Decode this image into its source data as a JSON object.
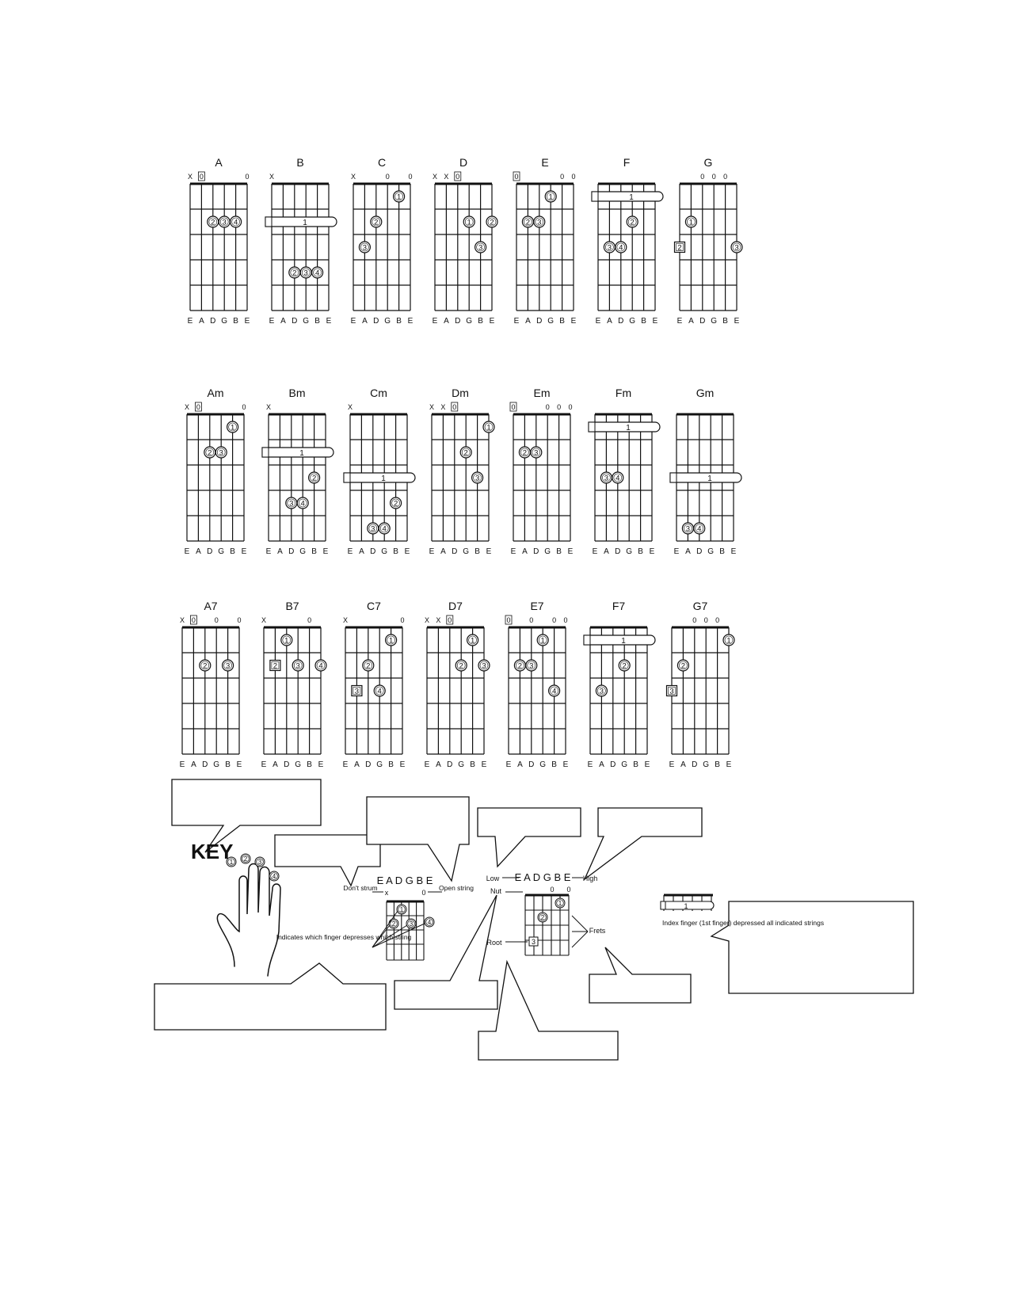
{
  "string_names": [
    "E",
    "A",
    "D",
    "G",
    "B",
    "E"
  ],
  "chord_rows": [
    [
      {
        "name": "A",
        "marks": {
          "0": "X",
          "1": "0box",
          "5": "0"
        },
        "dots": [
          {
            "s": 2,
            "f": 2,
            "n": "2"
          },
          {
            "s": 3,
            "f": 2,
            "n": "3"
          },
          {
            "s": 4,
            "f": 2,
            "n": "4"
          }
        ],
        "barre": null
      },
      {
        "name": "B",
        "marks": {
          "0": "X"
        },
        "dots": [
          {
            "s": 2,
            "f": 4,
            "n": "2"
          },
          {
            "s": 3,
            "f": 4,
            "n": "3"
          },
          {
            "s": 4,
            "f": 4,
            "n": "4"
          }
        ],
        "barre": {
          "f": 2,
          "label": "1"
        }
      },
      {
        "name": "C",
        "marks": {
          "0": "X",
          "3": "0",
          "5": "0"
        },
        "dots": [
          {
            "s": 4,
            "f": 1,
            "n": "1"
          },
          {
            "s": 2,
            "f": 2,
            "n": "2"
          },
          {
            "s": 1,
            "f": 3,
            "n": "3"
          }
        ],
        "barre": null
      },
      {
        "name": "D",
        "marks": {
          "0": "X",
          "1": "X",
          "2": "0box"
        },
        "dots": [
          {
            "s": 3,
            "f": 2,
            "n": "1"
          },
          {
            "s": 5,
            "f": 2,
            "n": "2"
          },
          {
            "s": 4,
            "f": 3,
            "n": "3"
          }
        ],
        "barre": null
      },
      {
        "name": "E",
        "marks": {
          "0": "0box",
          "4": "0",
          "5": "0"
        },
        "dots": [
          {
            "s": 3,
            "f": 1,
            "n": "1"
          },
          {
            "s": 1,
            "f": 2,
            "n": "2"
          },
          {
            "s": 2,
            "f": 2,
            "n": "3"
          }
        ],
        "barre": null
      },
      {
        "name": "F",
        "marks": {},
        "dots": [
          {
            "s": 3,
            "f": 2,
            "n": "2"
          },
          {
            "s": 1,
            "f": 3,
            "n": "3"
          },
          {
            "s": 2,
            "f": 3,
            "n": "4"
          }
        ],
        "barre": {
          "f": 1,
          "label": "1"
        }
      },
      {
        "name": "G",
        "marks": {
          "2": "0",
          "3": "0",
          "4": "0"
        },
        "dots": [
          {
            "s": 1,
            "f": 2,
            "n": "1"
          },
          {
            "s": 0,
            "f": 3,
            "n": "2",
            "root": true
          },
          {
            "s": 5,
            "f": 3,
            "n": "3"
          }
        ],
        "barre": null
      }
    ],
    [
      {
        "name": "Am",
        "marks": {
          "0": "X",
          "1": "0box",
          "5": "0"
        },
        "dots": [
          {
            "s": 4,
            "f": 1,
            "n": "1"
          },
          {
            "s": 2,
            "f": 2,
            "n": "2"
          },
          {
            "s": 3,
            "f": 2,
            "n": "3"
          }
        ],
        "barre": null
      },
      {
        "name": "Bm",
        "marks": {
          "0": "X"
        },
        "dots": [
          {
            "s": 4,
            "f": 3,
            "n": "2"
          },
          {
            "s": 2,
            "f": 4,
            "n": "3"
          },
          {
            "s": 3,
            "f": 4,
            "n": "4"
          }
        ],
        "barre": {
          "f": 2,
          "label": "1"
        }
      },
      {
        "name": "Cm",
        "marks": {
          "0": "X"
        },
        "dots": [
          {
            "s": 4,
            "f": 4,
            "n": "2"
          },
          {
            "s": 2,
            "f": 5,
            "n": "3"
          },
          {
            "s": 3,
            "f": 5,
            "n": "4"
          }
        ],
        "barre": {
          "f": 3,
          "label": "1"
        }
      },
      {
        "name": "Dm",
        "marks": {
          "0": "X",
          "1": "X",
          "2": "0box"
        },
        "dots": [
          {
            "s": 5,
            "f": 1,
            "n": "1"
          },
          {
            "s": 3,
            "f": 2,
            "n": "2"
          },
          {
            "s": 4,
            "f": 3,
            "n": "3"
          }
        ],
        "barre": null
      },
      {
        "name": "Em",
        "marks": {
          "0": "0box",
          "3": "0",
          "4": "0",
          "5": "0"
        },
        "dots": [
          {
            "s": 1,
            "f": 2,
            "n": "2"
          },
          {
            "s": 2,
            "f": 2,
            "n": "3"
          }
        ],
        "barre": null
      },
      {
        "name": "Fm",
        "marks": {},
        "dots": [
          {
            "s": 1,
            "f": 3,
            "n": "3"
          },
          {
            "s": 2,
            "f": 3,
            "n": "4"
          }
        ],
        "barre": {
          "f": 1,
          "label": "1"
        }
      },
      {
        "name": "Gm",
        "marks": {},
        "dots": [
          {
            "s": 1,
            "f": 5,
            "n": "3"
          },
          {
            "s": 2,
            "f": 5,
            "n": "4"
          }
        ],
        "barre": {
          "f": 3,
          "label": "1"
        }
      }
    ],
    [
      {
        "name": "A7",
        "marks": {
          "0": "X",
          "1": "0box",
          "3": "0",
          "5": "0"
        },
        "dots": [
          {
            "s": 2,
            "f": 2,
            "n": "2"
          },
          {
            "s": 4,
            "f": 2,
            "n": "3"
          }
        ],
        "barre": null
      },
      {
        "name": "B7",
        "marks": {
          "0": "X",
          "4": "0"
        },
        "dots": [
          {
            "s": 2,
            "f": 1,
            "n": "1"
          },
          {
            "s": 1,
            "f": 2,
            "n": "2",
            "root": true
          },
          {
            "s": 3,
            "f": 2,
            "n": "3"
          },
          {
            "s": 5,
            "f": 2,
            "n": "4"
          }
        ],
        "barre": null
      },
      {
        "name": "C7",
        "marks": {
          "0": "X",
          "5": "0"
        },
        "dots": [
          {
            "s": 4,
            "f": 1,
            "n": "1"
          },
          {
            "s": 2,
            "f": 2,
            "n": "2"
          },
          {
            "s": 1,
            "f": 3,
            "n": "3",
            "root": true
          },
          {
            "s": 3,
            "f": 3,
            "n": "4"
          }
        ],
        "barre": null
      },
      {
        "name": "D7",
        "marks": {
          "0": "X",
          "1": "X",
          "2": "0box"
        },
        "dots": [
          {
            "s": 4,
            "f": 1,
            "n": "1"
          },
          {
            "s": 3,
            "f": 2,
            "n": "2"
          },
          {
            "s": 5,
            "f": 2,
            "n": "3"
          }
        ],
        "barre": null
      },
      {
        "name": "E7",
        "marks": {
          "0": "0box",
          "2": "0",
          "4": "0",
          "5": "0"
        },
        "dots": [
          {
            "s": 3,
            "f": 1,
            "n": "1"
          },
          {
            "s": 1,
            "f": 2,
            "n": "2"
          },
          {
            "s": 2,
            "f": 2,
            "n": "3"
          },
          {
            "s": 4,
            "f": 3,
            "n": "4"
          }
        ],
        "barre": null
      },
      {
        "name": "F7",
        "marks": {},
        "dots": [
          {
            "s": 3,
            "f": 2,
            "n": "2"
          },
          {
            "s": 1,
            "f": 3,
            "n": "3"
          }
        ],
        "barre": {
          "f": 1,
          "label": "1"
        }
      },
      {
        "name": "G7",
        "marks": {
          "2": "0",
          "3": "0",
          "4": "0"
        },
        "dots": [
          {
            "s": 5,
            "f": 1,
            "n": "1"
          },
          {
            "s": 1,
            "f": 2,
            "n": "2"
          },
          {
            "s": 0,
            "f": 3,
            "n": "3",
            "root": true
          }
        ],
        "barre": null
      }
    ]
  ],
  "key": {
    "title": "KEY",
    "finger_numbers": [
      "1",
      "2",
      "3",
      "4"
    ],
    "strings_label": "E A D G B E",
    "dont_strum": "Don't strum",
    "open_string": "Open string",
    "indicates": "Indicates which finger depresses which string",
    "low": "Low",
    "high": "High",
    "nut": "Nut",
    "root": "Root",
    "frets": "Frets",
    "barre_label": "1",
    "index_finger": "Index finger (1st finger) depressed all indicated strings",
    "x_mark": "x",
    "o_mark": "0",
    "example_dots": [
      "1",
      "2",
      "3",
      "4"
    ],
    "root_example": "3"
  }
}
